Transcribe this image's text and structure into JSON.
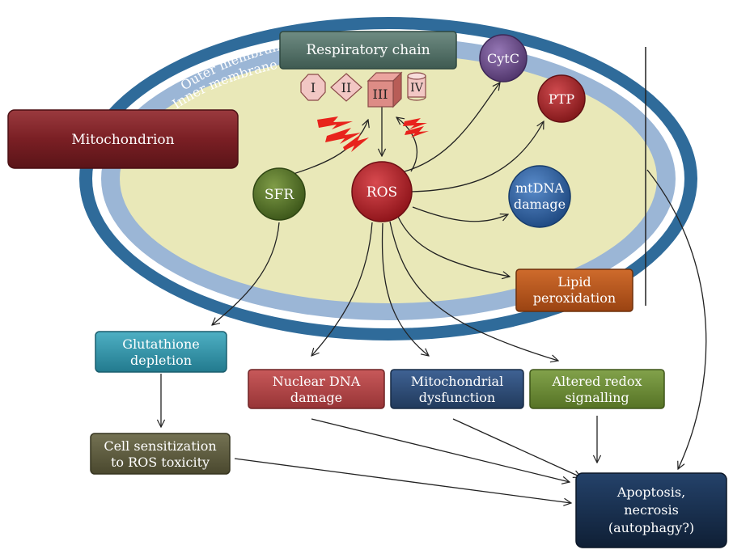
{
  "membranes": {
    "outer": "Outer membrane",
    "inner": "Inner membrane"
  },
  "boxes": {
    "mitochondrion": "Mitochondrion",
    "respiratory_chain": "Respiratory chain",
    "lipid_peroxidation": [
      "Lipid",
      "peroxidation"
    ],
    "glutathione_depletion": [
      "Glutathione",
      "depletion"
    ],
    "cell_sensitization": [
      "Cell sensitization",
      "to ROS toxicity"
    ],
    "nuclear_dna_damage": [
      "Nuclear DNA",
      "damage"
    ],
    "mitochondrial_dysfunction": [
      "Mitochondrial",
      "dysfunction"
    ],
    "altered_redox": [
      "Altered redox",
      "signalling"
    ],
    "apoptosis": [
      "Apoptosis,",
      "necrosis",
      "(autophagy?)"
    ]
  },
  "complexes": {
    "c1": "I",
    "c2": "II",
    "c3": "III",
    "c4": "IV"
  },
  "circles": {
    "sfr": "SFR",
    "ros": "ROS",
    "cytc": "CytC",
    "ptp": "PTP",
    "mtdna": [
      "mtDNA",
      "damage"
    ]
  },
  "colors": {
    "outer_membrane": "#2f6b9a",
    "inner_membrane": "#9bb6d6",
    "matrix": "#e9e8b8",
    "mitochondrion_box": "#7a1f24",
    "respiratory_box": "#4f6e64",
    "lipid_box": "#b4531b",
    "glutathione_box": "#2f93a8",
    "cell_sensitization_box": "#5c5a3a",
    "nuclear_box": "#b04244",
    "mito_dysfunction_box": "#2c4a73",
    "altered_redox_box": "#6a8a35",
    "apoptosis_box": "#152b47",
    "sfr_circle": "#4c6a22",
    "ros_circle": "#b2222a",
    "cytc_circle": "#6a4a8a",
    "ptp_circle": "#a8262a",
    "mtdna_circle": "#2d63a3",
    "complex_fill": "#f2c7c4",
    "complex_iii_fill": "#dd8c86",
    "lightning": "#e8231c"
  }
}
